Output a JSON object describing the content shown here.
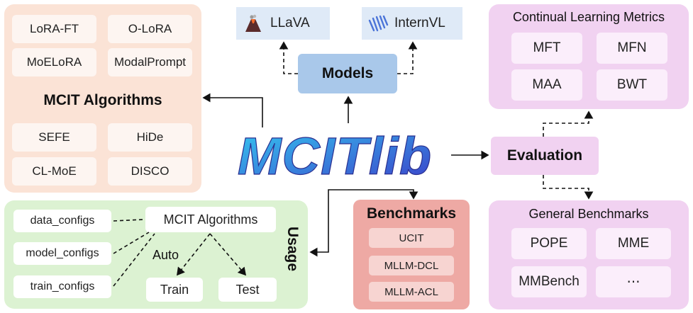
{
  "algorithms": {
    "title": "MCIT Algorithms",
    "items": [
      "LoRA-FT",
      "O-LoRA",
      "MoELoRA",
      "ModalPrompt",
      "SEFE",
      "HiDe",
      "CL-MoE",
      "DISCO"
    ]
  },
  "models": {
    "title": "Models",
    "items": [
      "LLaVA",
      "InternVL"
    ]
  },
  "center_logo": "MCITlib",
  "metrics": {
    "title": "Continual Learning Metrics",
    "items": [
      "MFT",
      "MFN",
      "MAA",
      "BWT"
    ]
  },
  "evaluation": "Evaluation",
  "general_benchmarks": {
    "title": "General Benchmarks",
    "items": [
      "POPE",
      "MME",
      "MMBench",
      "⋯"
    ]
  },
  "benchmarks": {
    "title": "Benchmarks",
    "items": [
      "UCIT",
      "MLLM-DCL",
      "MLLM-ACL"
    ]
  },
  "usage": {
    "title": "Usage",
    "configs": [
      "data_configs",
      "model_configs",
      "train_configs"
    ],
    "algorithms": "MCIT Algorithms",
    "auto": "Auto",
    "train": "Train",
    "test": "Test"
  },
  "colors": {
    "algorithms_bg": "#fbe3d6",
    "models_bg": "#dfeaf7",
    "models_box": "#a9c8ea",
    "metrics_bg": "#f1d2f1",
    "benchmarks_bg": "#eea9a4",
    "usage_bg": "#dcf2d2",
    "logo_light": "#35c7f0",
    "logo_dark": "#3b3fc9"
  },
  "icons": [
    "llava-volcano-icon",
    "internvl-logo-icon"
  ]
}
